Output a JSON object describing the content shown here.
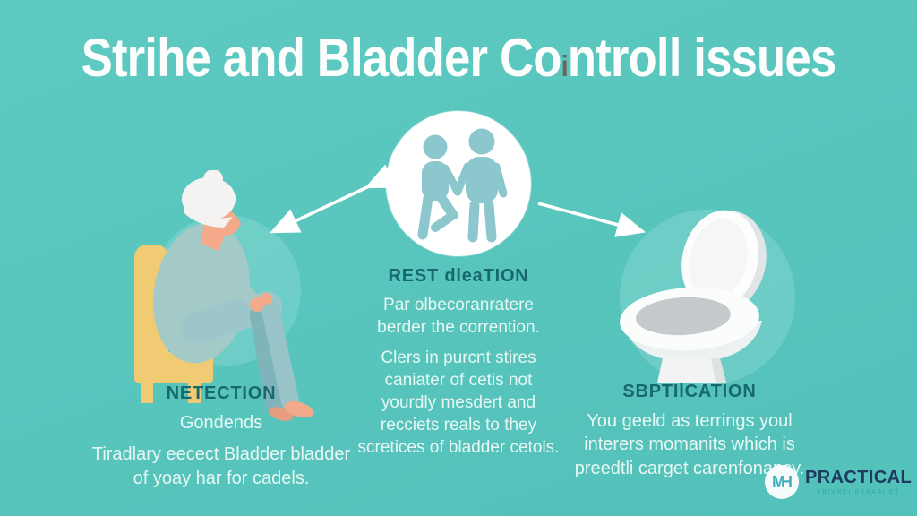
{
  "title": {
    "parts": [
      "Strihe and Bladder Co",
      "i",
      "ntroll issues"
    ]
  },
  "sections": {
    "left": {
      "heading": "NETECTION",
      "subheading": "Gondends",
      "body": "Tiradlary eecect Bladder bladder of yoay har for cadels."
    },
    "center": {
      "heading": "REST dleaTION",
      "paragraphs": [
        "Par olbecoranratere berder the corrention.",
        "Clers in purcnt stires caniater of cetis not yourdly mesdert and recciets reals to they scretices of bladder cetols."
      ]
    },
    "right": {
      "heading": "SBPTIlCATION",
      "body": "You geeld as terrings youl interers momanits which is preedtli carget carenfonancy."
    }
  },
  "logo": {
    "monogram": "MH",
    "name": "PRACTICAL",
    "tagline": "EBIVREI SEAAAIIET"
  },
  "icons": {
    "center_circle": "two-people-icon",
    "left_illustration": "elderly-woman-sitting-on-chair",
    "right_illustration": "toilet",
    "arrow_left": "double-headed-arrow",
    "arrow_right": "single-headed-arrow"
  },
  "colors": {
    "background": "#58C5BD",
    "highlight_circle": "#6FCFC8",
    "title_text": "#FBFEFD",
    "heading_text": "#17696C",
    "body_text": "#E7F7F4",
    "chair_yellow": "#F1CB74",
    "skin": "#F3A98A",
    "clothes_teal": "#A4CAC7",
    "icon_figure_teal": "#8CC7CD",
    "toilet_white": "#FBFCFC",
    "toilet_seat_gray": "#C7CACC",
    "logo_navy": "#1F3A60",
    "logo_teal": "#41AFBC"
  }
}
